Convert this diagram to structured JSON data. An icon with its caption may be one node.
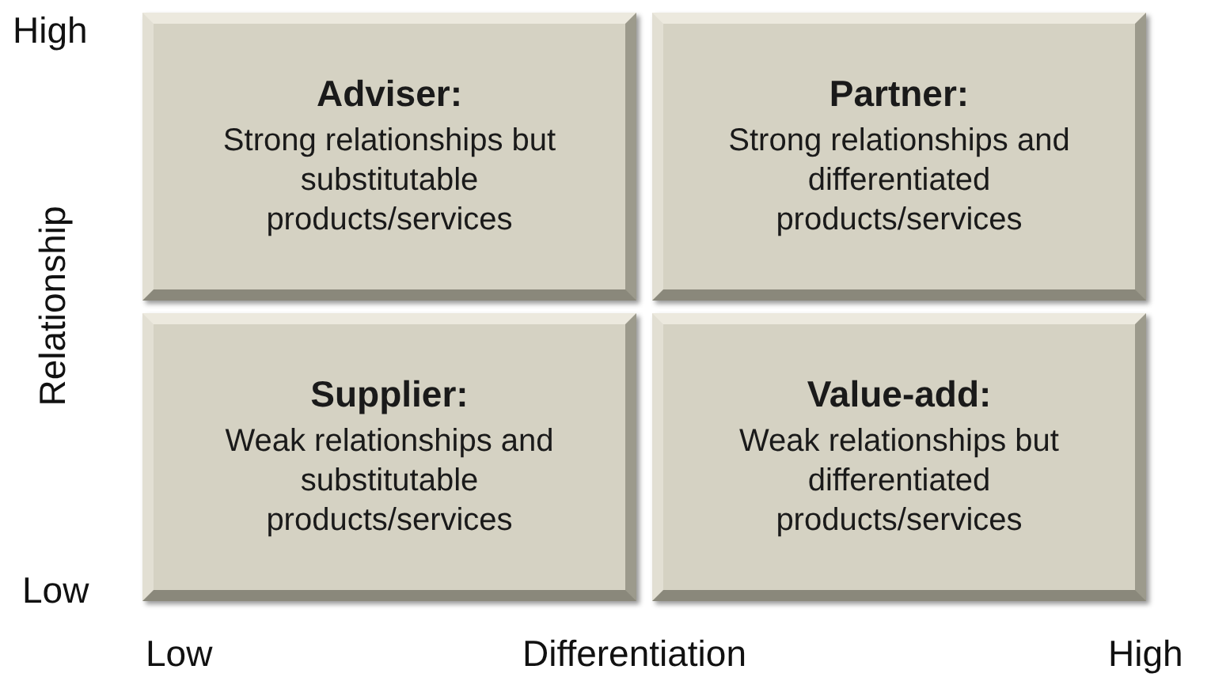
{
  "diagram": {
    "nodes": [
      {
        "text": [
          "Adviser:",
          "Strong relationships but substitutable products/services"
        ]
      },
      {
        "text": [
          "Partner:",
          "Strong relationships and differentiated products/services"
        ]
      },
      {
        "text": [
          "Supplier:",
          "Weak relationships and substitutable products/services"
        ]
      },
      {
        "text": [
          "Value-add:",
          "Weak relationships but differentiated products/services"
        ]
      }
    ],
    "edges": [],
    "labels": [
      "High",
      "Relationship",
      "Low",
      "Low",
      "Differentiation",
      "High"
    ]
  }
}
